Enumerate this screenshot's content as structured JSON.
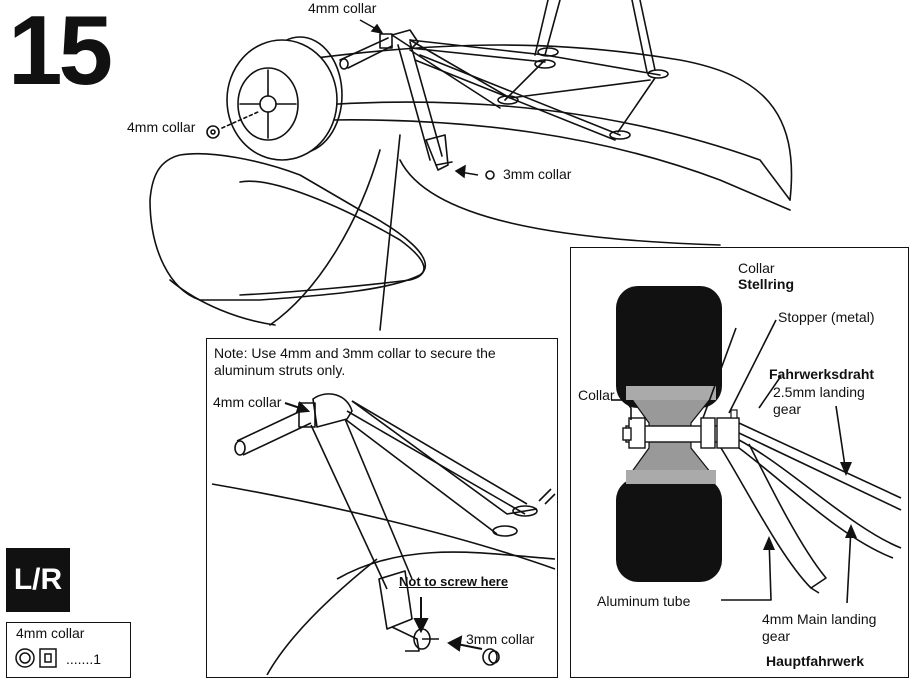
{
  "step": {
    "number": "15"
  },
  "main_labels": {
    "collar_top": "4mm collar",
    "collar_left": "4mm collar",
    "collar_3mm": "3mm collar"
  },
  "note_panel": {
    "note": "Note: Use 4mm and 3mm collar to secure the aluminum struts only.",
    "collar_4mm": "4mm collar",
    "not_screw": "Not to screw here",
    "collar_3mm": "3mm collar"
  },
  "detail_panel": {
    "collar_top_en": "Collar",
    "collar_top_de": "Stellring",
    "stopper": "Stopper (metal)",
    "wire_de": "Fahrwerksdraht",
    "wire_en_1": "2.5mm landing",
    "wire_en_2": "gear",
    "collar_left": "Collar",
    "aluminum_tube": "Aluminum tube",
    "main_gear_1": "4mm Main landing",
    "main_gear_2": "gear",
    "main_gear_de": "Hauptfahrwerk"
  },
  "badge": {
    "text": "L/R"
  },
  "parts": {
    "name": "4mm collar",
    "qty": ".......1"
  }
}
